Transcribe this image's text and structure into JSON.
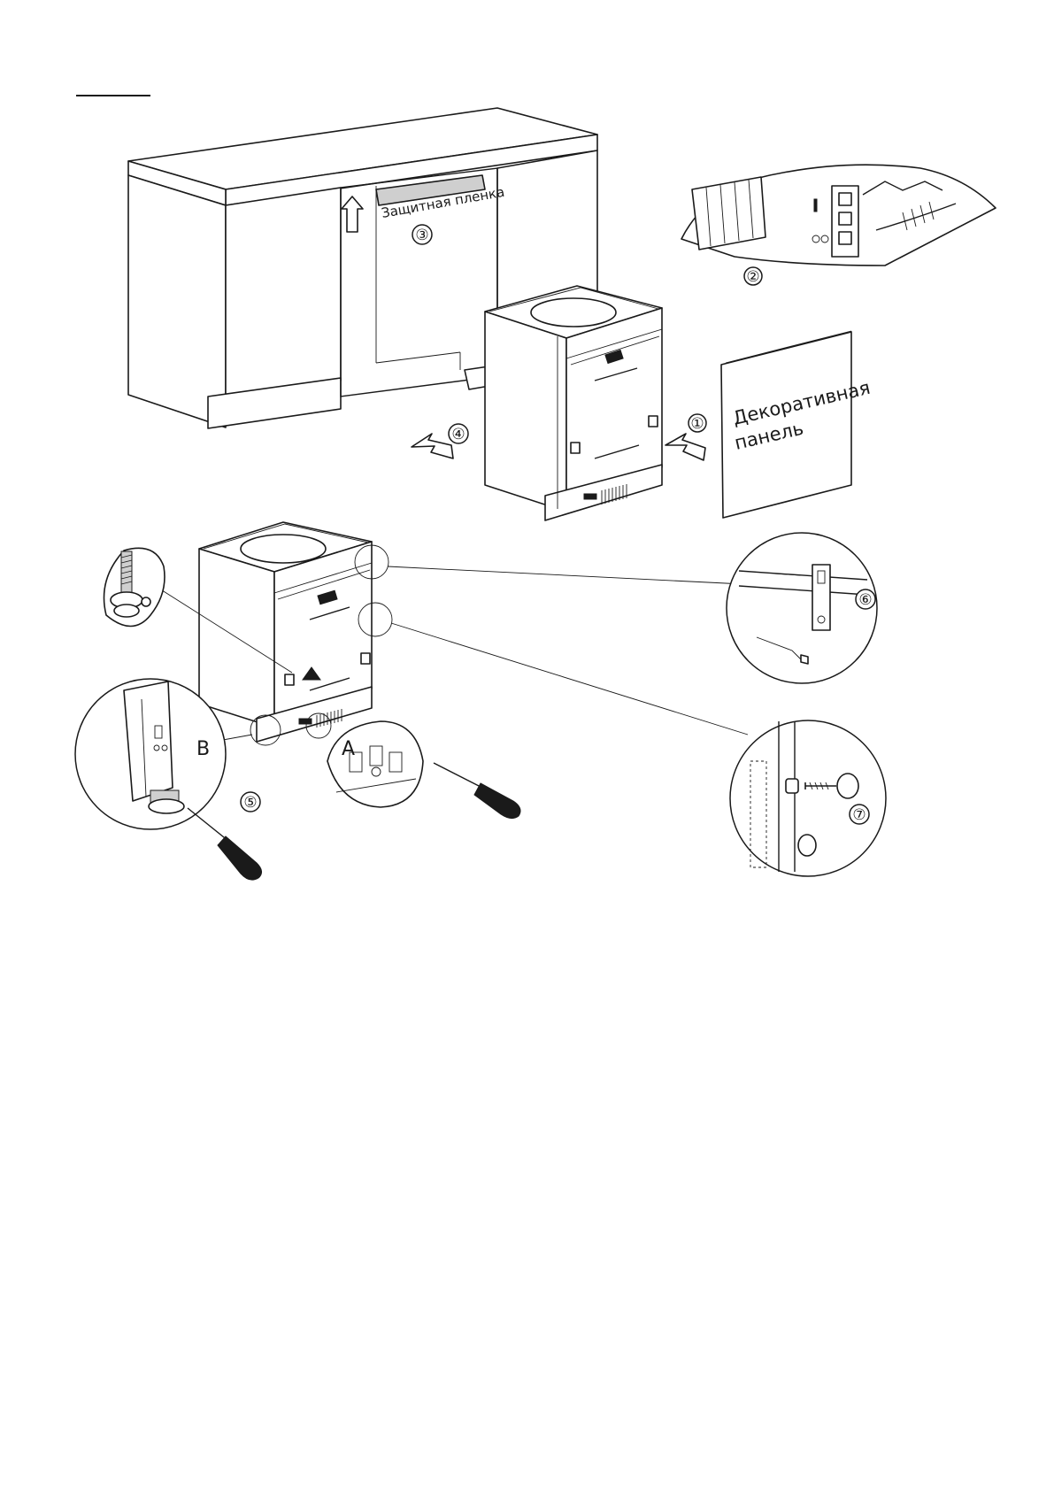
{
  "figure": {
    "film_label": "Защитная пленка",
    "panel_label_line1": "Декоративная",
    "panel_label_line2": "панель",
    "steps": [
      "①",
      "②",
      "③",
      "④",
      "⑤",
      "⑥",
      "⑦"
    ],
    "detail_labels": [
      "A",
      "B"
    ]
  },
  "colors": {
    "line": "#1a1a1a",
    "background": "#ffffff",
    "shade": "#cfcfcf"
  }
}
